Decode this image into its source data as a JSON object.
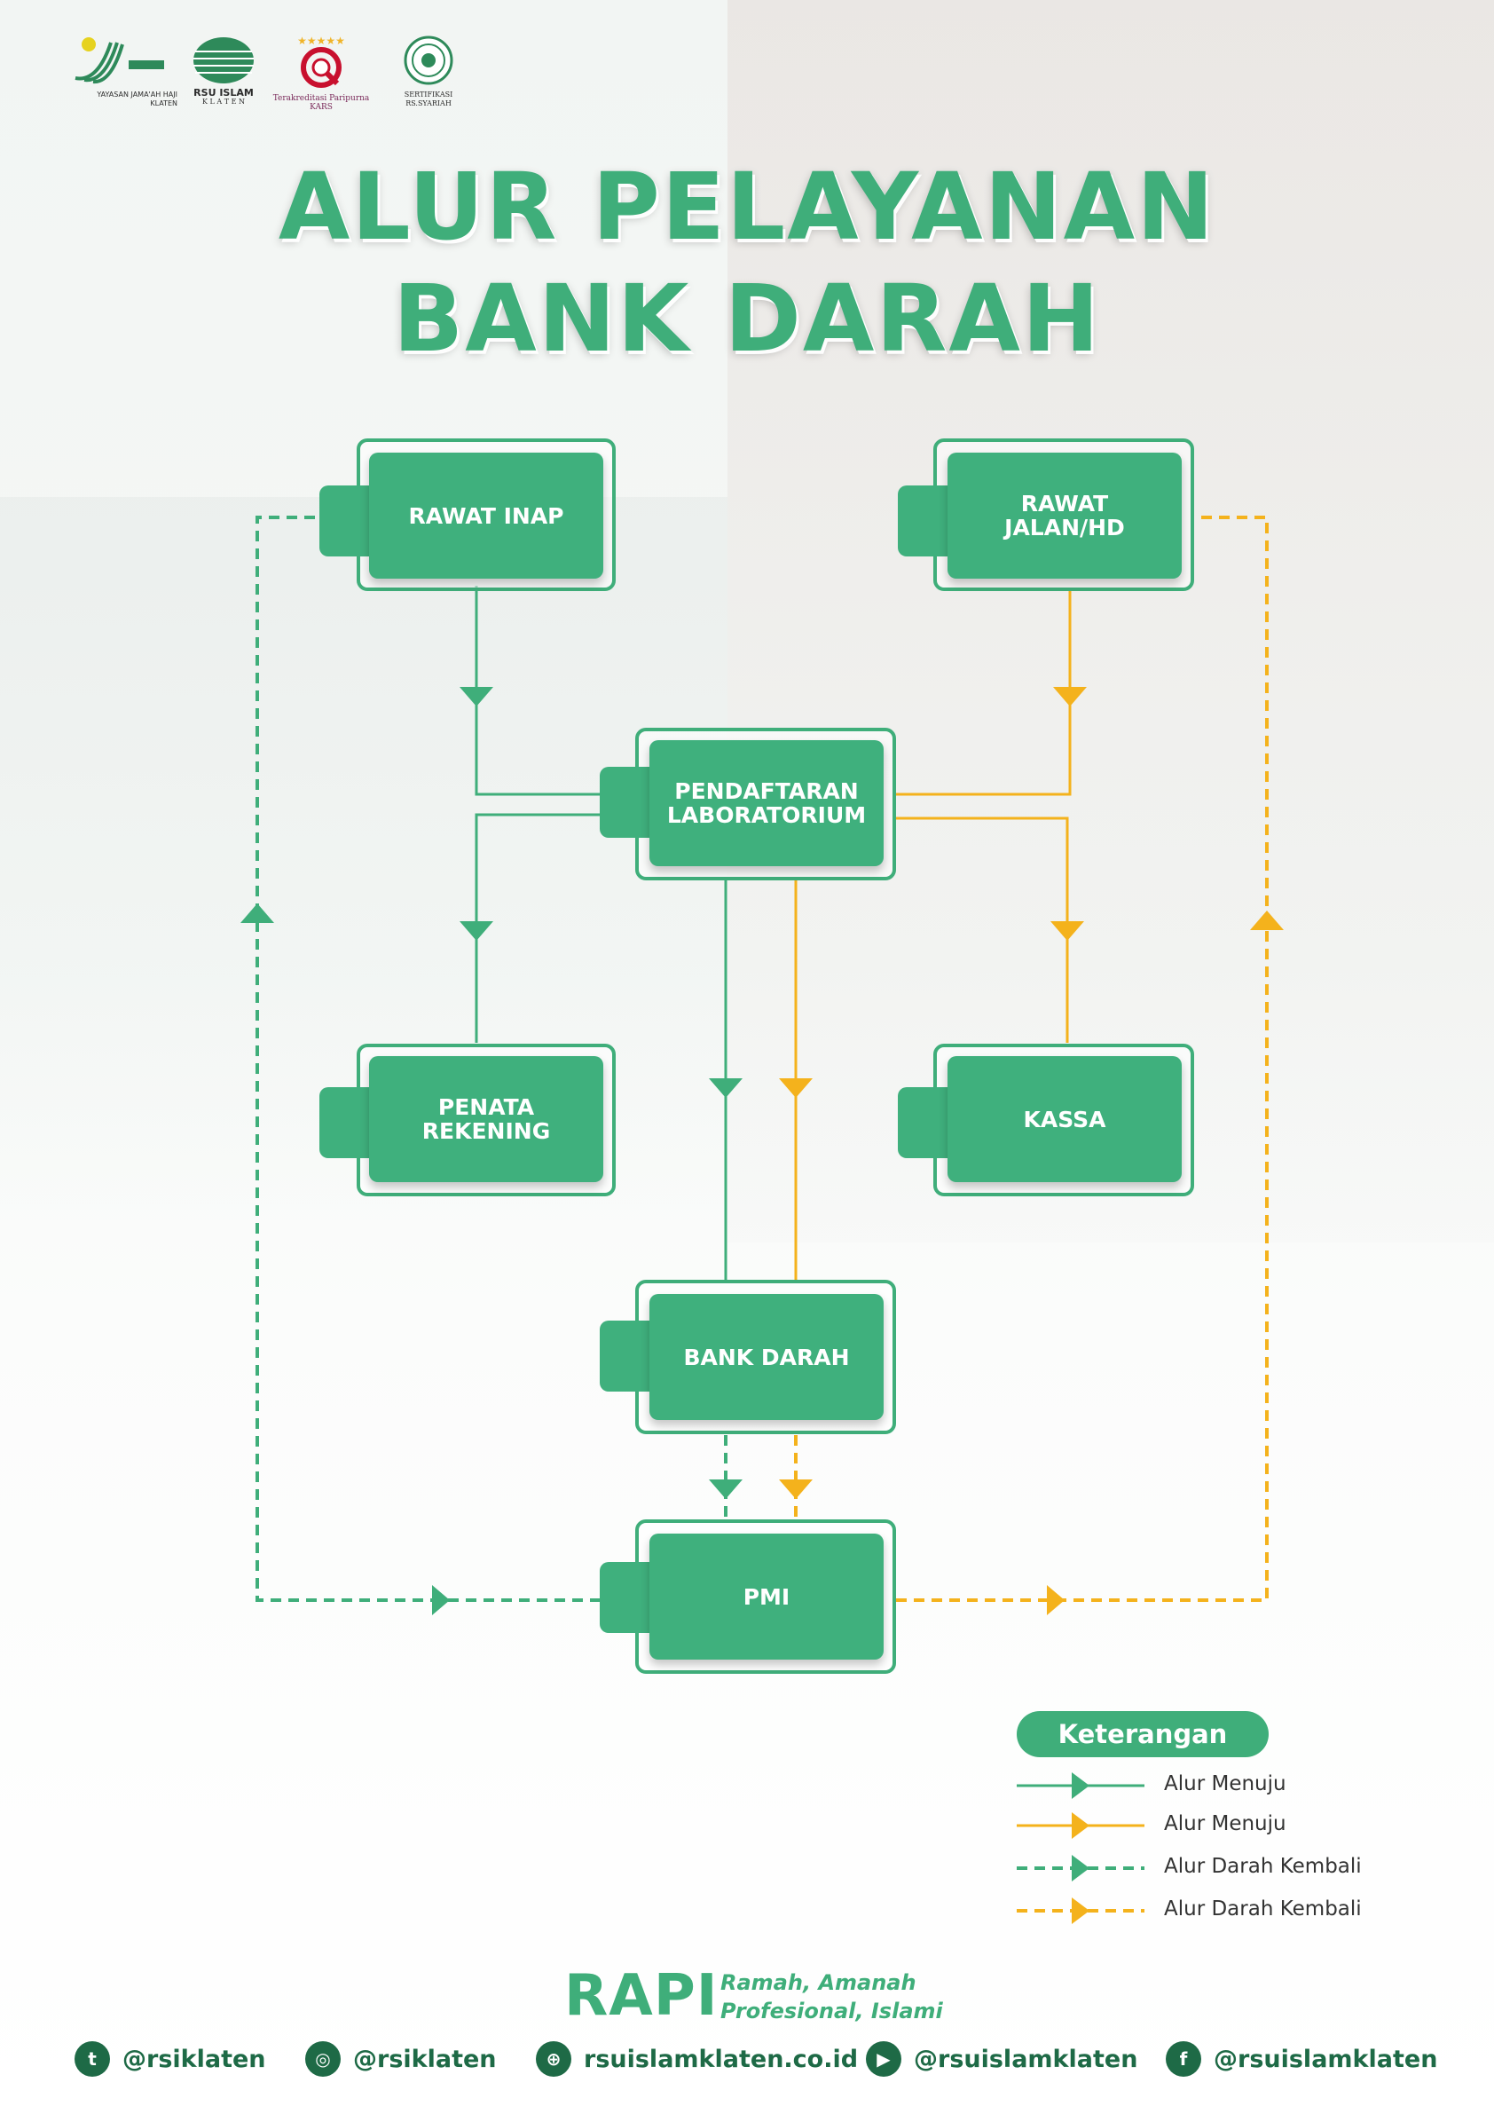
{
  "logos": {
    "yayasan": "YAYASAN JAMA'AH HAJI KLATEN",
    "rsu": "RSU ISLAM",
    "rsu_sub": "K L A T E N",
    "kars_top": "Terakreditasi Paripurna",
    "kars_bottom": "KARS",
    "syariah": "SERTIFIKASI RS.SYARIAH"
  },
  "title": {
    "line1": "ALUR PELAYANAN",
    "line2": "BANK DARAH"
  },
  "nodes": {
    "rawat_inap": "RAWAT INAP",
    "rawat_jalan": "RAWAT\nJALAN/HD",
    "pendaftaran": "PENDAFTARAN\nLABORATORIUM",
    "penata": "PENATA\nREKENING",
    "kassa": "KASSA",
    "bank_darah": "BANK DARAH",
    "pmi": "PMI"
  },
  "colors": {
    "green": "#3fae7a",
    "yellow": "#f4b21c",
    "dark_green": "#1e6a46"
  },
  "legend": {
    "title": "Keterangan",
    "items": [
      {
        "label": "Alur Menuju",
        "color": "green",
        "style": "solid"
      },
      {
        "label": "Alur Menuju",
        "color": "yellow",
        "style": "solid"
      },
      {
        "label": "Alur Darah Kembali",
        "color": "green",
        "style": "dashed"
      },
      {
        "label": "Alur Darah Kembali",
        "color": "yellow",
        "style": "dashed"
      }
    ]
  },
  "footer": {
    "brand": "RAPI",
    "tagline1": "Ramah, Amanah",
    "tagline2": "Profesional, Islami",
    "social": [
      {
        "icon": "twitter-icon",
        "glyph": "t",
        "handle": "@rsiklaten"
      },
      {
        "icon": "instagram-icon",
        "glyph": "◎",
        "handle": "@rsiklaten"
      },
      {
        "icon": "web-icon",
        "glyph": "⊕",
        "handle": "rsuislamklaten.co.id"
      },
      {
        "icon": "youtube-icon",
        "glyph": "▶",
        "handle": "@rsuislamklaten"
      },
      {
        "icon": "facebook-icon",
        "glyph": "f",
        "handle": "@rsuislamklaten"
      }
    ]
  }
}
